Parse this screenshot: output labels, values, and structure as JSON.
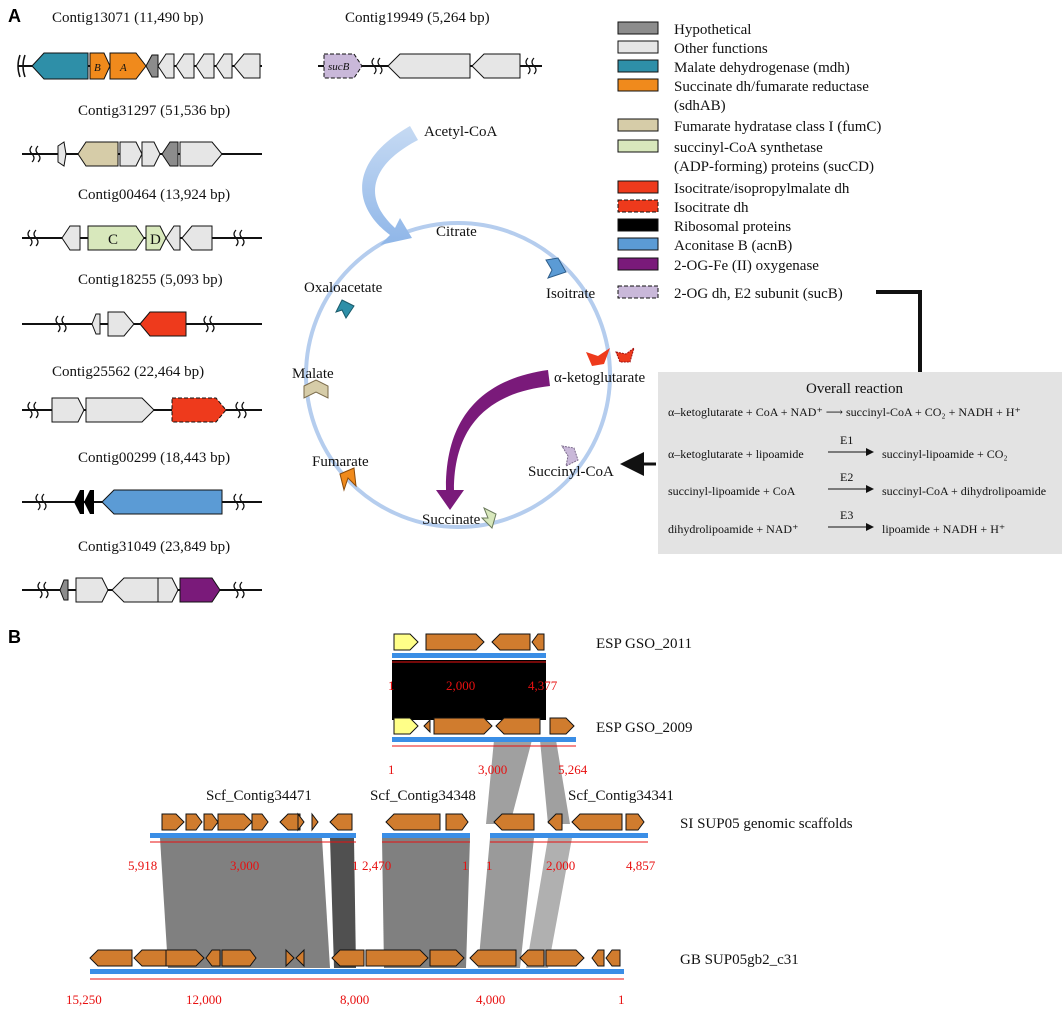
{
  "panel_a": {
    "label": "A",
    "contigs": [
      {
        "name": "Contig13071 (11,490 bp)",
        "gene_labels": [
          "B",
          "A"
        ]
      },
      {
        "name": "Contig19949 (5,264 bp)",
        "gene_labels": [
          "sucB"
        ]
      },
      {
        "name": "Contig31297 (51,536 bp)"
      },
      {
        "name": "Contig00464 (13,924 bp)",
        "gene_labels": [
          "C",
          "D"
        ]
      },
      {
        "name": "Contig18255 (5,093 bp)"
      },
      {
        "name": "Contig25562 (22,464 bp)"
      },
      {
        "name": "Contig00299 (18,443 bp)"
      },
      {
        "name": "Contig31049 (23,849 bp)"
      }
    ],
    "legend": [
      {
        "text": "Hypothetical",
        "color": "#8c8c8c"
      },
      {
        "text": "Other functions",
        "color": "#e6e6e6"
      },
      {
        "text": "Malate dehydrogenase (mdh)",
        "color": "#2e8fa8"
      },
      {
        "text": "Succinate dh/fumarate reductase",
        "text2": "(sdhAB)",
        "color": "#f08a1c"
      },
      {
        "text": "Fumarate hydratase class I (fumC)",
        "color": "#d6cca8"
      },
      {
        "text": "succinyl-CoA synthetase",
        "text2": "(ADP-forming) proteins (sucCD)",
        "color": "#d8e8bc"
      },
      {
        "text": "Isocitrate/isopropylmalate dh",
        "color": "#ee3a1c"
      },
      {
        "text": "Isocitrate dh",
        "color": "#ee3a1c",
        "dashed": true
      },
      {
        "text": "Ribosomal proteins",
        "color": "#000000"
      },
      {
        "text": "Aconitase B (acnB)",
        "color": "#5b9bd5"
      },
      {
        "text": "2-OG-Fe (II) oxygenase",
        "color": "#7a1a7a"
      },
      {
        "text": "2-OG dh, E2 subunit (sucB)",
        "color": "#c9b8d9",
        "dashed": true
      }
    ],
    "cycle": {
      "metabolites": [
        "Acetyl-CoA",
        "Citrate",
        "Isoitrate",
        "α-ketoglutarate",
        "Succinyl-CoA",
        "Succinate",
        "Fumarate",
        "Malate",
        "Oxaloacetate"
      ]
    },
    "reaction_box": {
      "title": "Overall reaction",
      "overall": "α–ketoglutarate + CoA + NAD⁺ ⟶ succinyl-CoA + CO₂ + NADH + H⁺",
      "steps": [
        {
          "left": "α–ketoglutarate + lipoamide",
          "enzyme": "E1",
          "right": "succinyl-lipoamide + CO₂"
        },
        {
          "left": "succinyl-lipoamide + CoA",
          "enzyme": "E2",
          "right": "succinyl-CoA + dihydrolipoamide"
        },
        {
          "left": "dihydrolipoamide + NAD⁺",
          "enzyme": "E3",
          "right": "lipoamide + NADH + H⁺"
        }
      ]
    }
  },
  "panel_b": {
    "label": "B",
    "tracks": [
      {
        "name": "ESP GSO_2011",
        "ticks": [
          "1",
          "2,000",
          "4,377"
        ]
      },
      {
        "name": "ESP GSO_2009",
        "ticks": [
          "1",
          "3,000",
          "5,264"
        ]
      },
      {
        "name": "SI SUP05 genomic scaffolds",
        "scaffolds": [
          {
            "name": "Scf_Contig34471",
            "ticks": [
              "5,918",
              "3,000",
              "1"
            ]
          },
          {
            "name": "Scf_Contig34348",
            "ticks": [
              "2,470",
              "1"
            ]
          },
          {
            "name": "Scf_Contig34341",
            "ticks": [
              "1",
              "2,000",
              "4,857"
            ]
          }
        ]
      },
      {
        "name": "GB SUP05gb2_c31",
        "ticks": [
          "15,250",
          "12,000",
          "8,000",
          "4,000",
          "1"
        ]
      }
    ]
  }
}
